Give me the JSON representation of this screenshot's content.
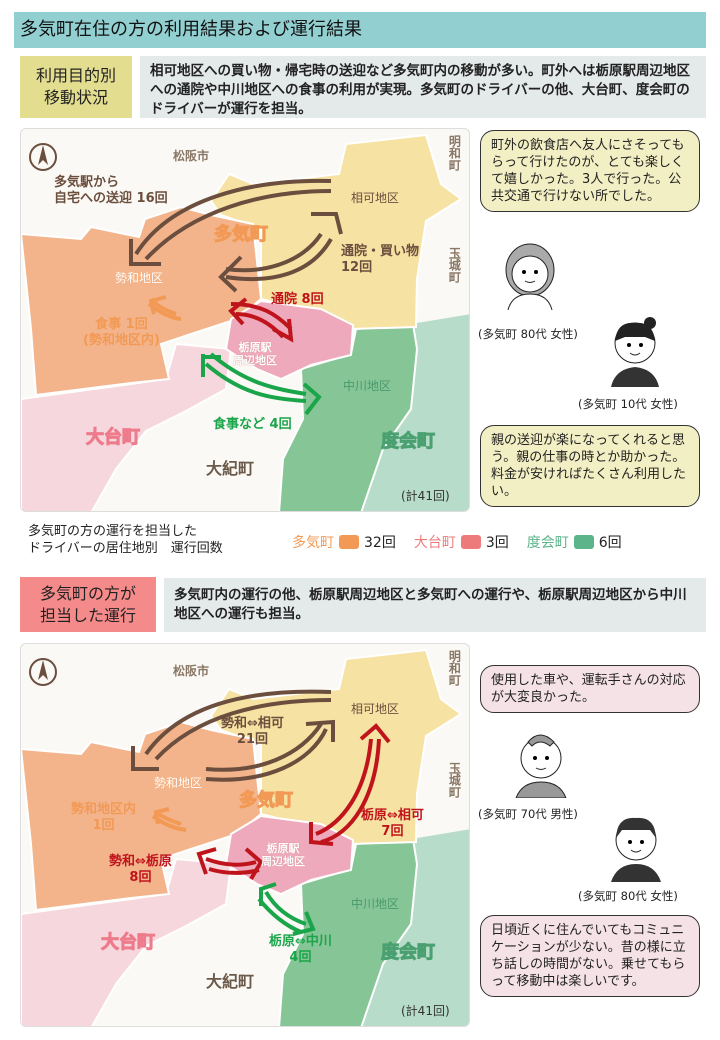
{
  "title": "多気町在住の方の利用結果および運行結果",
  "section1": {
    "tag": [
      "利用目的別",
      "移動状況"
    ],
    "desc": "相可地区への買い物・帰宅時の送迎など多気町内の移動が多い。町外へは栃原駅周辺地区への通院や中川地区への食事の利用が実現。多気町のドライバーの他、大台町、度会町のドライバーが運行を担当。",
    "map": {
      "places": {
        "matsusaka": "松阪市",
        "meiwa": "明和町",
        "tamaki": "玉城町",
        "oukachiku": "相可地区",
        "taki": "多気町",
        "seiwa": "勢和地区",
        "tochihara": [
          "栃原駅",
          "周辺地区"
        ],
        "nakagawa": "中川地区",
        "odai": "大台町",
        "watarai": "度会町",
        "taiki": "大紀町"
      },
      "flows": [
        {
          "label": [
            "多気駅から",
            "自宅への送迎 16回"
          ],
          "color": "#6b4e3d"
        },
        {
          "label": [
            "通院・買い物",
            "12回"
          ],
          "color": "#6b4e3d"
        },
        {
          "label": [
            "通院 8回"
          ],
          "color": "#c0141c"
        },
        {
          "label": [
            "食事 1回",
            "(勢和地区内)"
          ],
          "color": "#f29a55"
        },
        {
          "label": [
            "食事など 4回"
          ],
          "color": "#1aa54a"
        }
      ],
      "total": "(計41回)"
    },
    "comments": [
      {
        "text": "町外の飲食店へ友人にさそってもらって行けたのが、とても楽しくて嬉しかった。3人で行った。公共交通で行けない所でした。",
        "who": "(多気町 80代 女性)"
      },
      {
        "text": "親の送迎が楽になってくれると思う。親の仕事の時とか助かった。料金が安ければたくさん利用したい。",
        "who": "(多気町 10代 女性)"
      }
    ]
  },
  "drivers": {
    "caption": [
      "多気町の方の運行を担当した",
      "ドライバーの居住地別　運行回数"
    ],
    "items": [
      {
        "town": "多気町",
        "count": "32回",
        "color": "#f29a55"
      },
      {
        "town": "大台町",
        "count": "3回",
        "color": "#ee7b7b"
      },
      {
        "town": "度会町",
        "count": "6回",
        "color": "#5cb48a"
      }
    ]
  },
  "section2": {
    "tag": [
      "多気町の方が",
      "担当した運行"
    ],
    "desc": "多気町内の運行の他、栃原駅周辺地区と多気町への運行や、栃原駅周辺地区から中川地区への運行も担当。",
    "map": {
      "flows": [
        {
          "label": [
            "勢和⇔相可",
            "21回"
          ],
          "color": "#6b4e3d"
        },
        {
          "label": [
            "勢和地区内",
            "1回"
          ],
          "color": "#f29a55"
        },
        {
          "label": [
            "勢和⇔栃原",
            "8回"
          ],
          "color": "#c0141c"
        },
        {
          "label": [
            "栃原⇔相可",
            "7回"
          ],
          "color": "#c0141c"
        },
        {
          "label": [
            "栃原⇔中川",
            "4回"
          ],
          "color": "#1aa54a"
        }
      ],
      "total": "(計41回)"
    },
    "comments": [
      {
        "text": "使用した車や、運転手さんの対応が大変良かった。",
        "who": "(多気町 70代 男性)"
      },
      {
        "text": "日頃近くに住んでいてもコミュニケーションが少ない。昔の様に立ち話しの時間がない。乗せてもらって移動中は楽しいです。",
        "who": "(多気町 80代 女性)"
      }
    ]
  }
}
